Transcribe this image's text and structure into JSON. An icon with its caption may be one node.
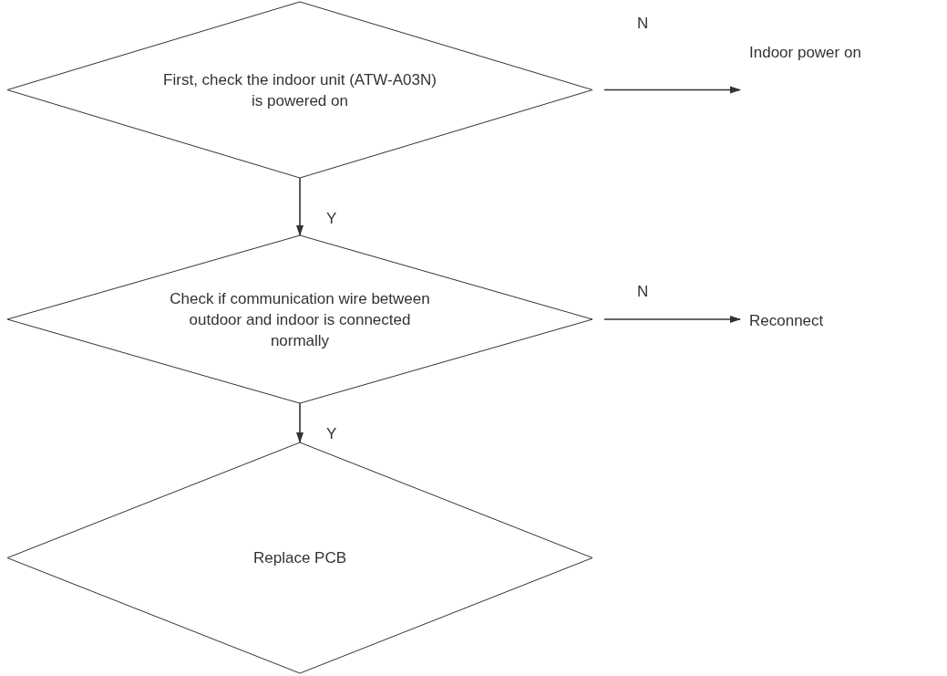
{
  "diagram": {
    "nodes": [
      {
        "text": [
          "First, check the indoor unit (ATW-A03N) is powered on"
        ]
      },
      {
        "text": [
          "Indoor power on"
        ]
      },
      {
        "text": [
          "Check if communication wire between outdoor and indoor is connected normally"
        ]
      },
      {
        "text": [
          "Reconnect"
        ]
      },
      {
        "text": [
          "Replace PCB"
        ]
      }
    ],
    "edges": [
      {
        "from": 0,
        "to": 1,
        "arrow": "to",
        "label": "N"
      },
      {
        "from": 0,
        "to": 2,
        "arrow": "to",
        "label": "Y"
      },
      {
        "from": 2,
        "to": 3,
        "arrow": "to",
        "label": "N"
      },
      {
        "from": 2,
        "to": 4,
        "arrow": "to",
        "label": "Y"
      }
    ]
  }
}
